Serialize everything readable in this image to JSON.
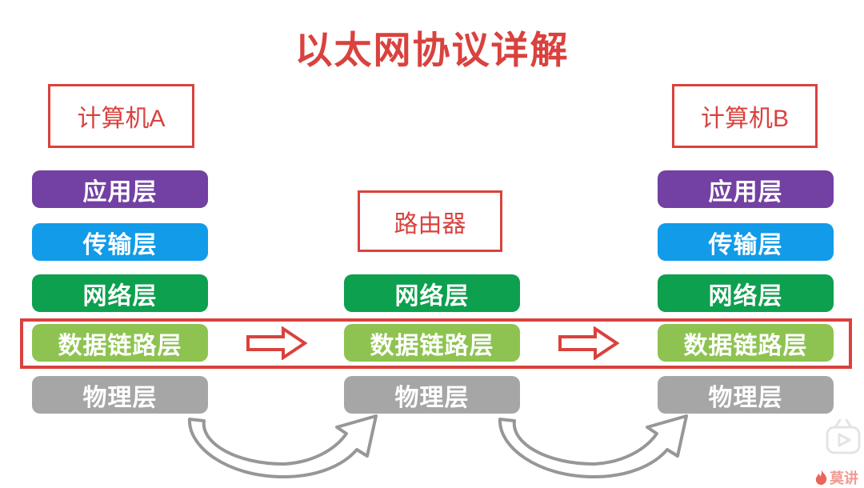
{
  "title": "以太网协议详解",
  "colors": {
    "red": "#D9423E",
    "purple": "#7340A3",
    "blue": "#119BE9",
    "green": "#0DA04E",
    "lightgreen": "#8EC351",
    "gray": "#A6A6A6",
    "arrowgray": "#979797",
    "playicon": "#E4E4E4",
    "wmflame": "#EA6458",
    "wmtext": "#F19A92"
  },
  "boxes": {
    "computer_a": "计算机A",
    "router": "路由器",
    "computer_b": "计算机B"
  },
  "stacks": {
    "computer_a": [
      "应用层",
      "传输层",
      "网络层",
      "数据链路层",
      "物理层"
    ],
    "router": [
      "网络层",
      "数据链路层",
      "物理层"
    ],
    "computer_b": [
      "应用层",
      "传输层",
      "网络层",
      "数据链路层",
      "物理层"
    ]
  },
  "watermark": {
    "text": "莫讲"
  }
}
